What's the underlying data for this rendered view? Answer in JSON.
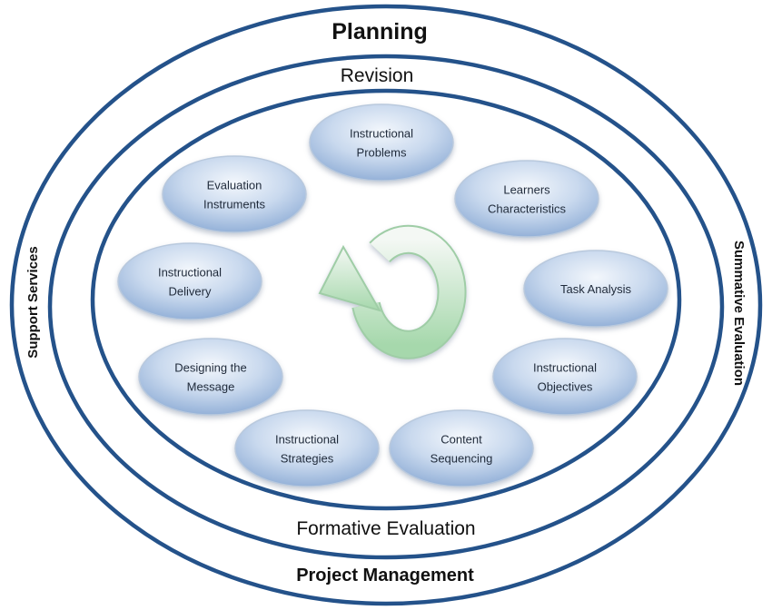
{
  "rings": {
    "outer_top": "Planning",
    "outer_bottom": "Project Management",
    "outer_left": "Support Services",
    "outer_right": "Summative Evaluation",
    "middle_top": "Revision",
    "middle_bottom": "Formative Evaluation"
  },
  "nodes": [
    {
      "lines": [
        "Instructional",
        "Problems"
      ]
    },
    {
      "lines": [
        "Learners",
        "Characteristics"
      ]
    },
    {
      "lines": [
        "Task Analysis"
      ]
    },
    {
      "lines": [
        "Instructional",
        "Objectives"
      ]
    },
    {
      "lines": [
        "Content",
        "Sequencing"
      ]
    },
    {
      "lines": [
        "Instructional",
        "Strategies"
      ]
    },
    {
      "lines": [
        "Designing the",
        "Message"
      ]
    },
    {
      "lines": [
        "Instructional",
        "Delivery"
      ]
    },
    {
      "lines": [
        "Evaluation",
        "Instruments"
      ]
    }
  ],
  "center_icon": "cycle-arrow-icon",
  "colors": {
    "ring": "#24528a",
    "node_light": "#eaf1fa",
    "node_dark": "#9db8dc",
    "arrow_light": "#f2f7f2",
    "arrow_dark": "#a8d8ae"
  }
}
